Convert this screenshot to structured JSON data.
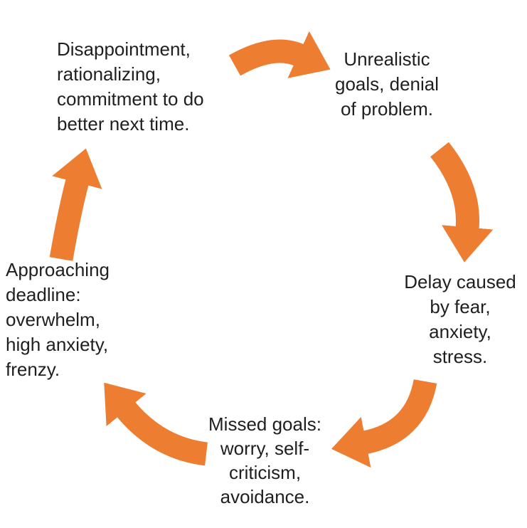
{
  "colors": {
    "accent": "#ED7D31",
    "text": "#1F1F1F",
    "background": "#FFFFFF"
  },
  "nodes": [
    {
      "id": "disappointment",
      "text": "Disappointment,\nrationalizing,\ncommitment to do\nbetter next time.",
      "align": "left"
    },
    {
      "id": "unrealistic-goals",
      "text": "Unrealistic\ngoals, denial\nof problem.",
      "align": "center"
    },
    {
      "id": "delay",
      "text": "Delay caused\nby fear,\nanxiety,\nstress.",
      "align": "center"
    },
    {
      "id": "missed-goals",
      "text": "Missed goals:\nworry, self-\ncriticism,\navoidance.",
      "align": "center"
    },
    {
      "id": "approaching-deadline",
      "text": "Approaching\ndeadline:\noverwhelm,\nhigh anxiety,\nfrenzy.",
      "align": "left"
    }
  ],
  "arrows": [
    {
      "name": "arrow-top",
      "from": "disappointment",
      "to": "unrealistic-goals",
      "direction": "right"
    },
    {
      "name": "arrow-right",
      "from": "unrealistic-goals",
      "to": "delay",
      "direction": "down"
    },
    {
      "name": "arrow-bottom-right",
      "from": "delay",
      "to": "missed-goals",
      "direction": "down-left"
    },
    {
      "name": "arrow-bottom-left",
      "from": "missed-goals",
      "to": "approaching-deadline",
      "direction": "up-left"
    },
    {
      "name": "arrow-left",
      "from": "approaching-deadline",
      "to": "disappointment",
      "direction": "up"
    }
  ]
}
